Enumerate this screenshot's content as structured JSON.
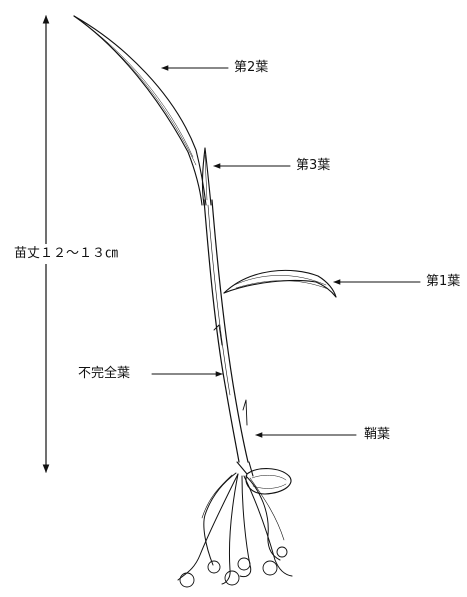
{
  "labels": {
    "leaf2": "第2葉",
    "leaf3": "第3葉",
    "leaf1": "第1葉",
    "incomplete_leaf": "不完全葉",
    "coleoptile": "鞘葉",
    "seedling_height": "苗丈１２～１３㎝"
  },
  "colors": {
    "ink": "#111111",
    "background": "#ffffff"
  }
}
